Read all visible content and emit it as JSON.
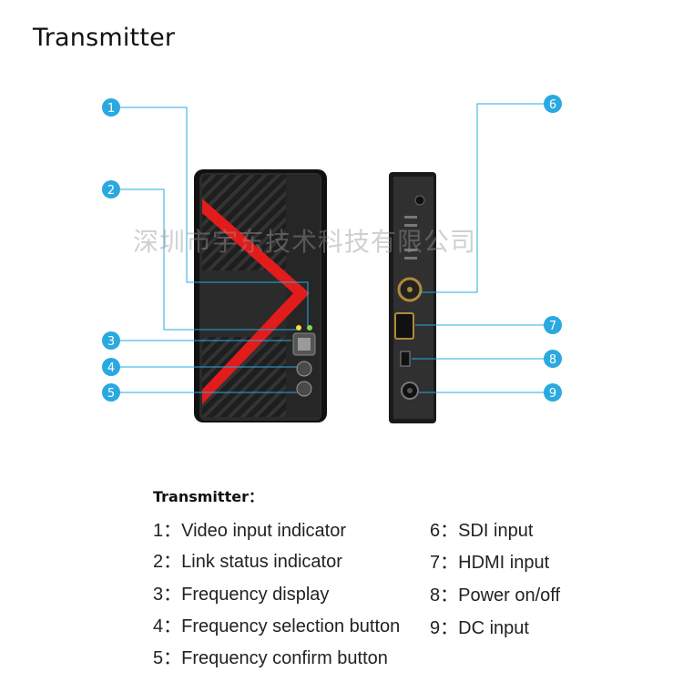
{
  "title": "Transmitter",
  "watermark": "深圳市宇东技术科技有限公司",
  "callouts": [
    "1",
    "2",
    "3",
    "4",
    "5",
    "6",
    "7",
    "8",
    "9"
  ],
  "colors": {
    "callout": "#29a9e0",
    "leader": "#29a9e0",
    "accent_red": "#e21b1b",
    "body": "#2b2b2b"
  },
  "legend": {
    "heading": "Transmitter：",
    "left": [
      {
        "num": "1：",
        "text": "Video input indicator"
      },
      {
        "num": "2：",
        "text": "Link status indicator"
      },
      {
        "num": "3：",
        "text": "Frequency display"
      },
      {
        "num": "4：",
        "text": "Frequency selection button"
      },
      {
        "num": "5：",
        "text": "Frequency confirm button"
      }
    ],
    "right": [
      {
        "num": "6：",
        "text": "SDI input"
      },
      {
        "num": "7：",
        "text": "HDMI input"
      },
      {
        "num": "8：",
        "text": "Power on/off"
      },
      {
        "num": "9：",
        "text": "DC input"
      }
    ]
  }
}
